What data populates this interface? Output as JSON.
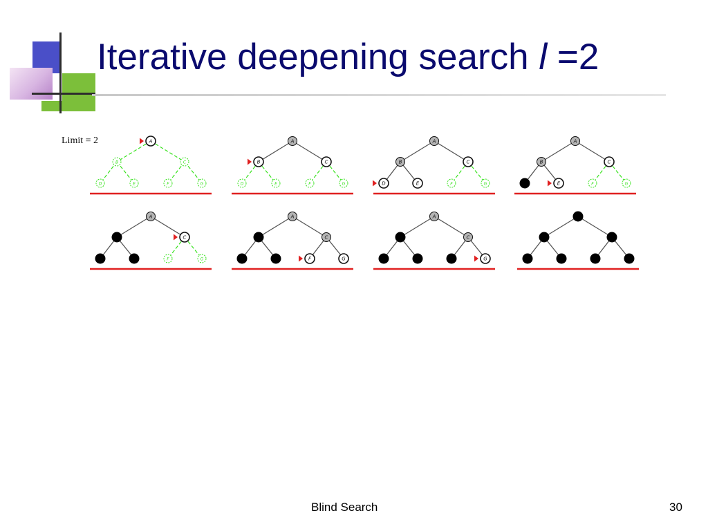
{
  "slide": {
    "title_prefix": "Iterative deepening search ",
    "title_var": "l",
    "title_suffix": " =2",
    "limit_label": "Limit = 2",
    "footer_text": "Blind Search",
    "page_number": "30"
  },
  "colors": {
    "title": "#0a0a6e",
    "frontier": "#38e21e",
    "expanded": "#b4b4b4",
    "discarded": "#000000",
    "depth_line": "#e02020",
    "pointer": "#e02020"
  },
  "tree": {
    "nodes": [
      "A",
      "B",
      "C",
      "D",
      "E",
      "F",
      "G"
    ],
    "edges": [
      [
        "A",
        "B"
      ],
      [
        "A",
        "C"
      ],
      [
        "B",
        "D"
      ],
      [
        "B",
        "E"
      ],
      [
        "C",
        "F"
      ],
      [
        "C",
        "G"
      ]
    ]
  },
  "steps": [
    {
      "states": {
        "A": "current",
        "B": "frontier",
        "C": "frontier",
        "D": "frontier",
        "E": "frontier",
        "F": "frontier",
        "G": "frontier"
      },
      "pointer": "A"
    },
    {
      "states": {
        "A": "expanded",
        "B": "current",
        "C": "open",
        "D": "frontier",
        "E": "frontier",
        "F": "frontier",
        "G": "frontier"
      },
      "pointer": "B"
    },
    {
      "states": {
        "A": "expanded",
        "B": "expanded",
        "C": "open",
        "D": "current",
        "E": "open",
        "F": "frontier",
        "G": "frontier"
      },
      "pointer": "D"
    },
    {
      "states": {
        "A": "expanded",
        "B": "expanded",
        "C": "open",
        "D": "discarded",
        "E": "current",
        "F": "frontier",
        "G": "frontier"
      },
      "pointer": "E"
    },
    {
      "states": {
        "A": "expanded",
        "B": "discarded",
        "C": "current",
        "D": "discarded",
        "E": "discarded",
        "F": "frontier",
        "G": "frontier"
      },
      "pointer": "C"
    },
    {
      "states": {
        "A": "expanded",
        "B": "discarded",
        "C": "expanded",
        "D": "discarded",
        "E": "discarded",
        "F": "current",
        "G": "open"
      },
      "pointer": "F"
    },
    {
      "states": {
        "A": "expanded",
        "B": "discarded",
        "C": "expanded",
        "D": "discarded",
        "E": "discarded",
        "F": "discarded",
        "G": "current"
      },
      "pointer": "G"
    },
    {
      "states": {
        "A": "discarded",
        "B": "discarded",
        "C": "discarded",
        "D": "discarded",
        "E": "discarded",
        "F": "discarded",
        "G": "discarded"
      },
      "pointer": null
    }
  ]
}
